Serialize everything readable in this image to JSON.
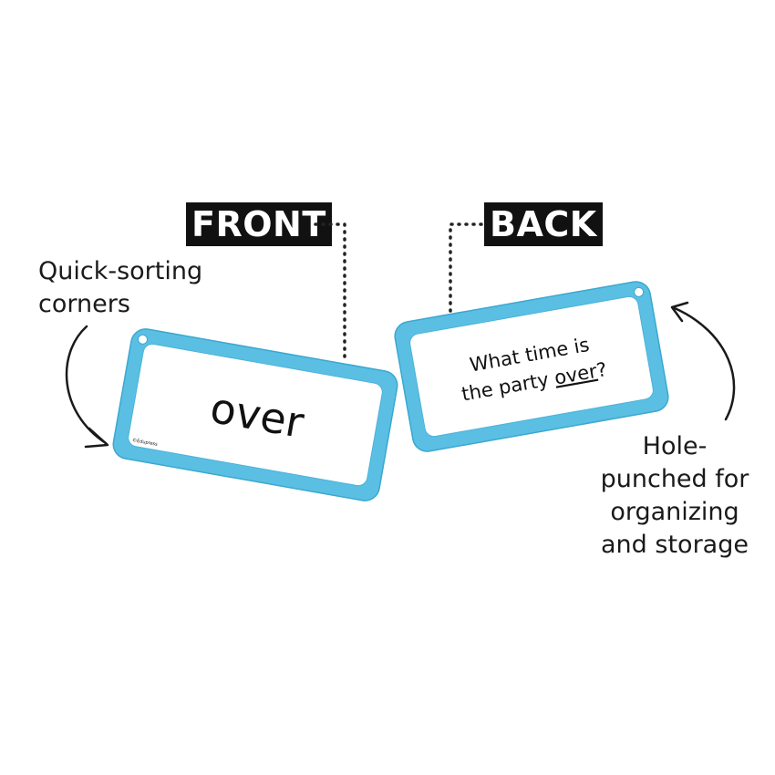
{
  "labels": {
    "front": "FRONT",
    "back": "BACK"
  },
  "callouts": {
    "left": [
      "Quick-sorting",
      "corners"
    ],
    "right": [
      "Hole-",
      "punched for",
      "organizing",
      "and storage"
    ]
  },
  "front_card": {
    "word": "over",
    "brand": "©Edupress"
  },
  "back_card": {
    "line1": "What time is",
    "line2_prefix": "the party ",
    "line2_word": "over",
    "line2_suffix": "?"
  },
  "colors": {
    "card_border": "#5bbfe3",
    "label_bg": "#111111"
  }
}
